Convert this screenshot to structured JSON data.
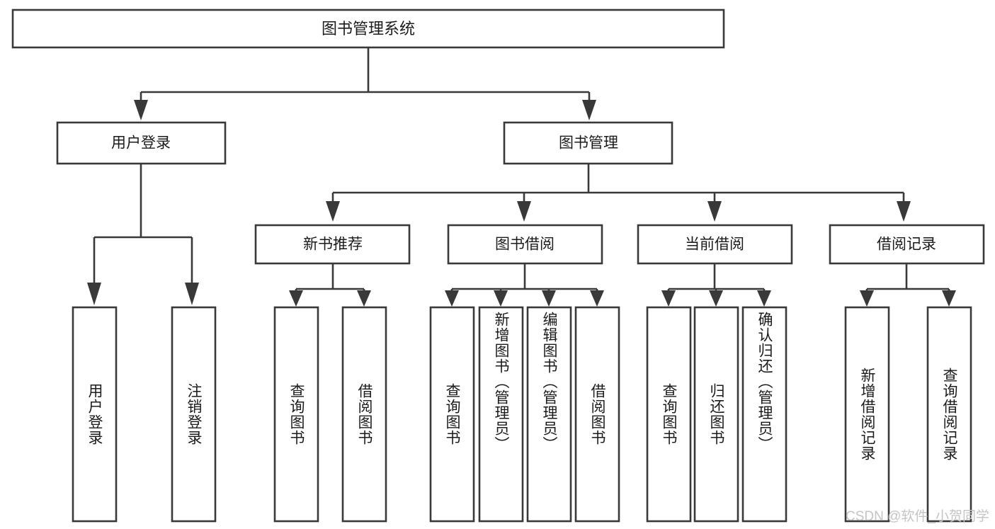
{
  "diagram": {
    "title": "图书管理系统",
    "watermark": "CSDN @软件_小贺同学",
    "colors": {
      "stroke": "#393939",
      "box_fill": "#ffffff",
      "text": "#1b1b1b",
      "background": "#ffffff",
      "watermark": "#c4c4c4"
    },
    "levels": {
      "root": {
        "label": "图书管理系统"
      },
      "level2": [
        {
          "label": "用户登录"
        },
        {
          "label": "图书管理"
        }
      ],
      "level3": [
        {
          "label": "新书推荐"
        },
        {
          "label": "图书借阅"
        },
        {
          "label": "当前借阅"
        },
        {
          "label": "借阅记录"
        }
      ],
      "leaves_user_login": [
        {
          "label": "用户登录"
        },
        {
          "label": "注销登录"
        }
      ],
      "leaves_new_book": [
        {
          "label": "查询图书"
        },
        {
          "label": "借阅图书"
        }
      ],
      "leaves_borrow": [
        {
          "label": "查询图书"
        },
        {
          "label": "新增图书（管理员）"
        },
        {
          "label": "编辑图书（管理员）"
        },
        {
          "label": "借阅图书"
        }
      ],
      "leaves_current": [
        {
          "label": "查询图书"
        },
        {
          "label": "归还图书"
        },
        {
          "label": "确认归还（管理员）"
        }
      ],
      "leaves_records": [
        {
          "label": "新增借阅记录"
        },
        {
          "label": "查询借阅记录"
        }
      ]
    }
  }
}
